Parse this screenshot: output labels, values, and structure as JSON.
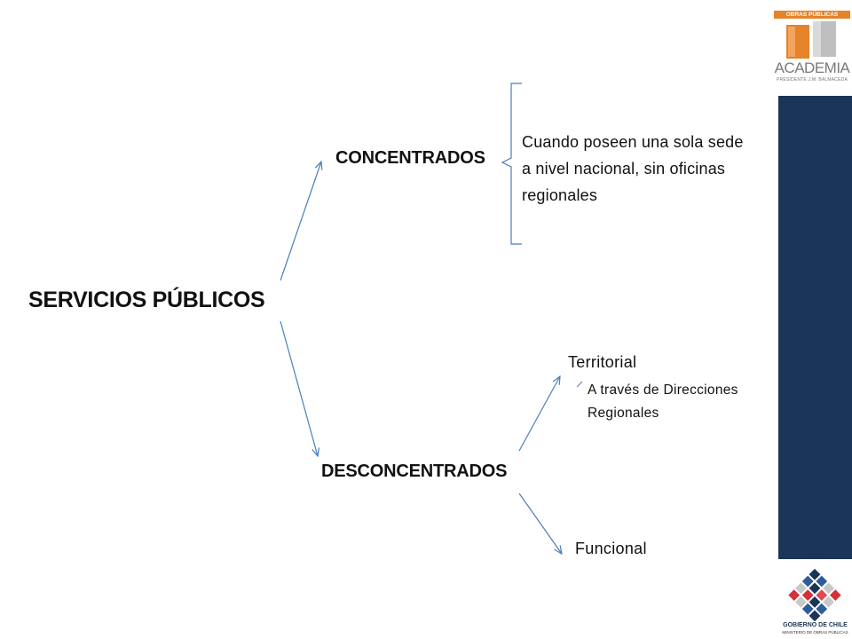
{
  "diagram": {
    "root": "SERVICIOS PÚBLICOS",
    "branches": {
      "concentrados": {
        "label": "CONCENTRADOS",
        "description": "Cuando poseen una sola sede a nivel nacional, sin oficinas regionales"
      },
      "desconcentrados": {
        "label": "DESCONCENTRADOS",
        "children": {
          "territorial": {
            "label": "Territorial",
            "detail": "A través de Direcciones Regionales"
          },
          "funcional": {
            "label": "Funcional"
          }
        }
      }
    }
  },
  "branding": {
    "top_logo": {
      "caption": "OBRAS PÚBLICAS",
      "name": "ACADEMIA",
      "subtitle": "PRESIDENTE J.M. BALMACEDA"
    },
    "bottom_logo": {
      "name": "GOBIERNO DE CHILE",
      "subtitle": "MINISTERIO DE OBRAS PÚBLICAS"
    }
  },
  "colors": {
    "connector": "#4a7ebb",
    "side_bar": "#1a3557",
    "logo_orange": "#e4832a",
    "logo_gray": "#bfbfbf"
  },
  "icons": {
    "top_logo": "academia-logo-icon",
    "bottom_logo": "gobierno-de-chile-logo-icon"
  }
}
